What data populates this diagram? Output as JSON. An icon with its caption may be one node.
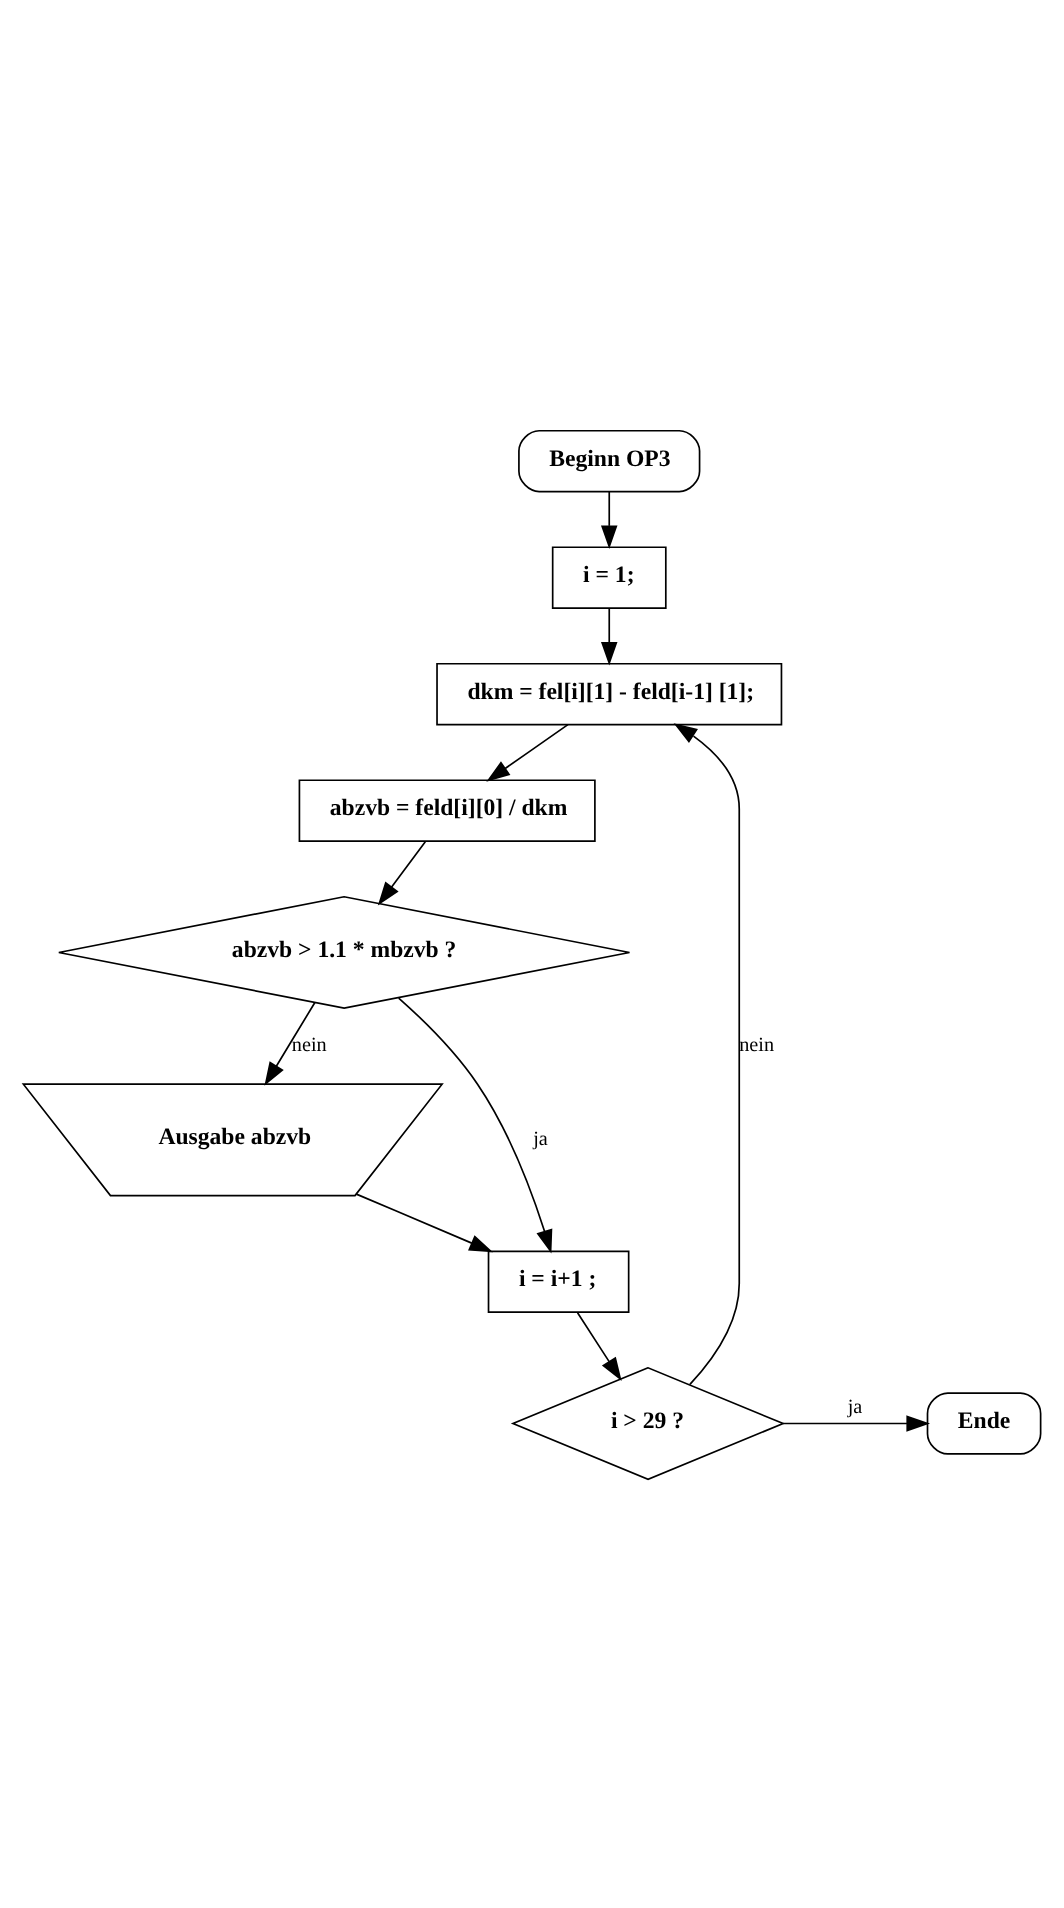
{
  "diagram": {
    "nodes": [
      {
        "text": [
          "Beginn OP3"
        ]
      },
      {
        "text": [
          "i = 1;"
        ]
      },
      {
        "text": [
          "dkm = fel[i][1] - feld[i-1] [1];"
        ]
      },
      {
        "text": [
          "abzvb = feld[i][0] / dkm"
        ]
      },
      {
        "text": [
          "abzvb > 1.1 * mbzvb ?"
        ]
      },
      {
        "text": [
          "Ausgabe abzvb"
        ]
      },
      {
        "text": [
          "i = i+1 ;"
        ]
      },
      {
        "text": [
          "i > 29 ?"
        ]
      },
      {
        "text": [
          "Ende"
        ]
      }
    ],
    "edges": [
      {
        "from": 0,
        "to": 1,
        "arrow": "to"
      },
      {
        "from": 1,
        "to": 2,
        "arrow": "to"
      },
      {
        "from": 2,
        "to": 3,
        "arrow": "to"
      },
      {
        "from": 3,
        "to": 4,
        "arrow": "to"
      },
      {
        "from": 4,
        "to": 5,
        "label": "nein",
        "arrow": "to"
      },
      {
        "from": 5,
        "to": 6,
        "arrow": "to"
      },
      {
        "from": 4,
        "to": 6,
        "label": "ja",
        "arrow": "to"
      },
      {
        "from": 6,
        "to": 7,
        "arrow": "to"
      },
      {
        "from": 7,
        "to": 8,
        "label": "ja",
        "arrow": "to"
      },
      {
        "from": 7,
        "to": 2,
        "label": "nein",
        "arrow": "to"
      }
    ]
  }
}
